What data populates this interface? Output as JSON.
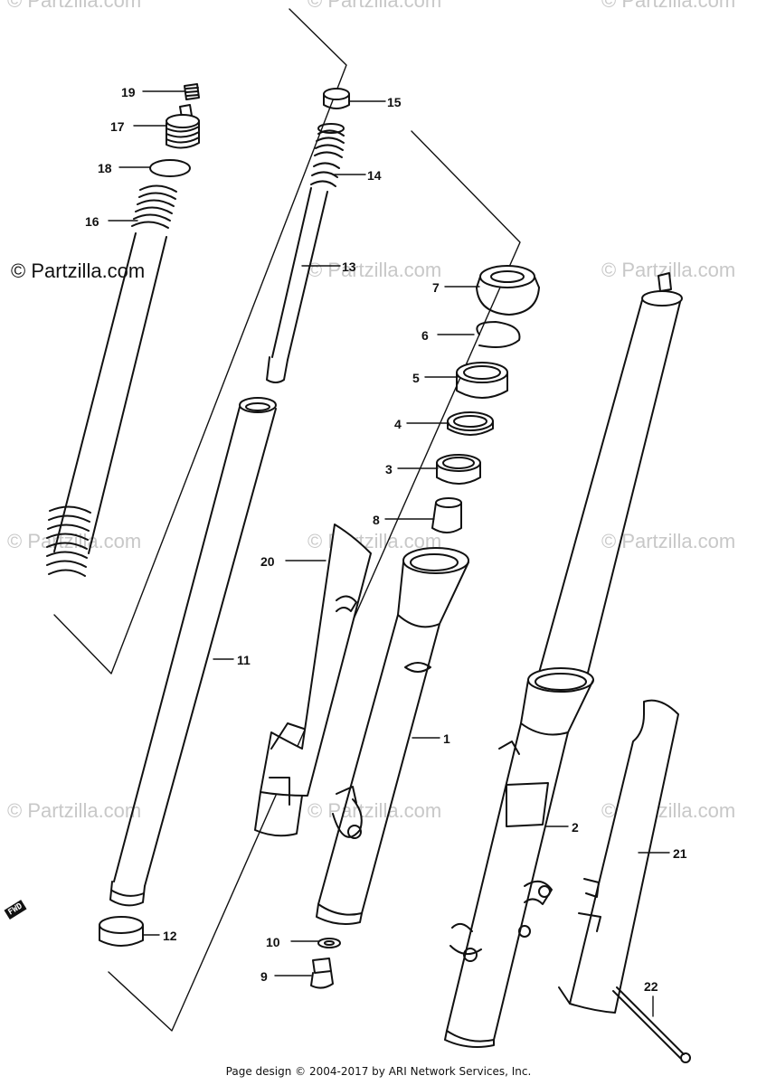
{
  "watermarks": {
    "main": "© Partzilla.com",
    "faded": "© Partzilla.com"
  },
  "callouts": [
    "1",
    "2",
    "3",
    "4",
    "5",
    "6",
    "7",
    "8",
    "9",
    "10",
    "11",
    "12",
    "13",
    "14",
    "15",
    "16",
    "17",
    "18",
    "19",
    "20",
    "21",
    "22"
  ],
  "direction_badge": "FWD",
  "footer": "Page design © 2004-2017 by ARI Network Services, Inc."
}
